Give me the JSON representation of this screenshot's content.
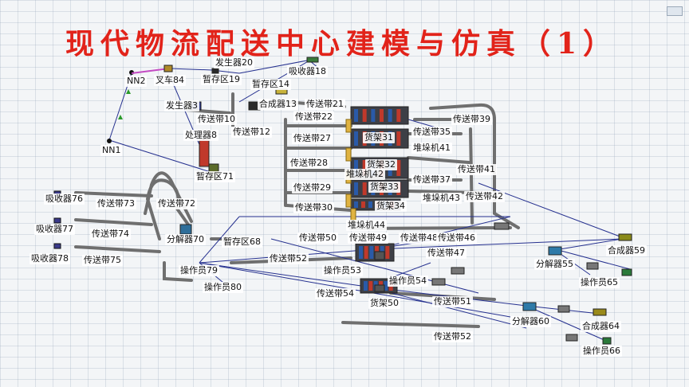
{
  "title": "现代物流配送中心建模与仿真（1）",
  "colors": {
    "title": "#e2231a",
    "link": "#1f2f9a",
    "conveyor": "#6a6a6a",
    "rack": "#3a3a3a"
  },
  "labels": {
    "nn1": "NN1",
    "nn2": "NN2",
    "fork84": "叉车84",
    "gen20": "发生器20",
    "buf19": "暂存区19",
    "sink18": "吸收器18",
    "buf14": "暂存区14",
    "gen3": "发生器3",
    "comb13": "合成器13",
    "conv21": "传送带21",
    "conv10": "传送带10",
    "conv22": "传送带22",
    "conv39": "传送带39",
    "conv12": "传送带12",
    "conv35": "传送带35",
    "proc8": "处理器8",
    "conv27": "传送带27",
    "rack31": "货架31",
    "stack41": "堆垛机41",
    "rack32": "货架32",
    "conv28": "传送带28",
    "conv41": "传送带41",
    "buf71": "暂存区71",
    "stack42": "堆垛机42",
    "conv37": "传送带37",
    "rack33": "货架33",
    "conv29": "传送带29",
    "stack43": "堆垛机43",
    "conv42": "传送带42",
    "sink76": "吸收器76",
    "conv73": "传送带73",
    "conv72": "传送带72",
    "conv30": "传送带30",
    "rack34": "货架34",
    "stack44": "堆垛机44",
    "sink77": "吸收器77",
    "conv74": "传送带74",
    "conv50": "传送带50",
    "conv49": "传送带49",
    "conv48": "传送带48",
    "conv46": "传送带46",
    "split70": "分解器70",
    "buf68": "暂存区68",
    "comb59": "合成器59",
    "conv47": "传送带47",
    "sink78": "吸收器78",
    "conv75": "传送带75",
    "conv52a": "传送带52",
    "split55": "分解器55",
    "op79": "操作员79",
    "op53": "操作员53",
    "op65": "操作员65",
    "op54": "操作员54",
    "op80": "操作员80",
    "conv54": "传送带54",
    "rack50": "货架50",
    "conv51": "传送带51",
    "split60": "分解器60",
    "comb64": "合成器64",
    "conv52b": "传送带52",
    "op66": "操作员66"
  }
}
